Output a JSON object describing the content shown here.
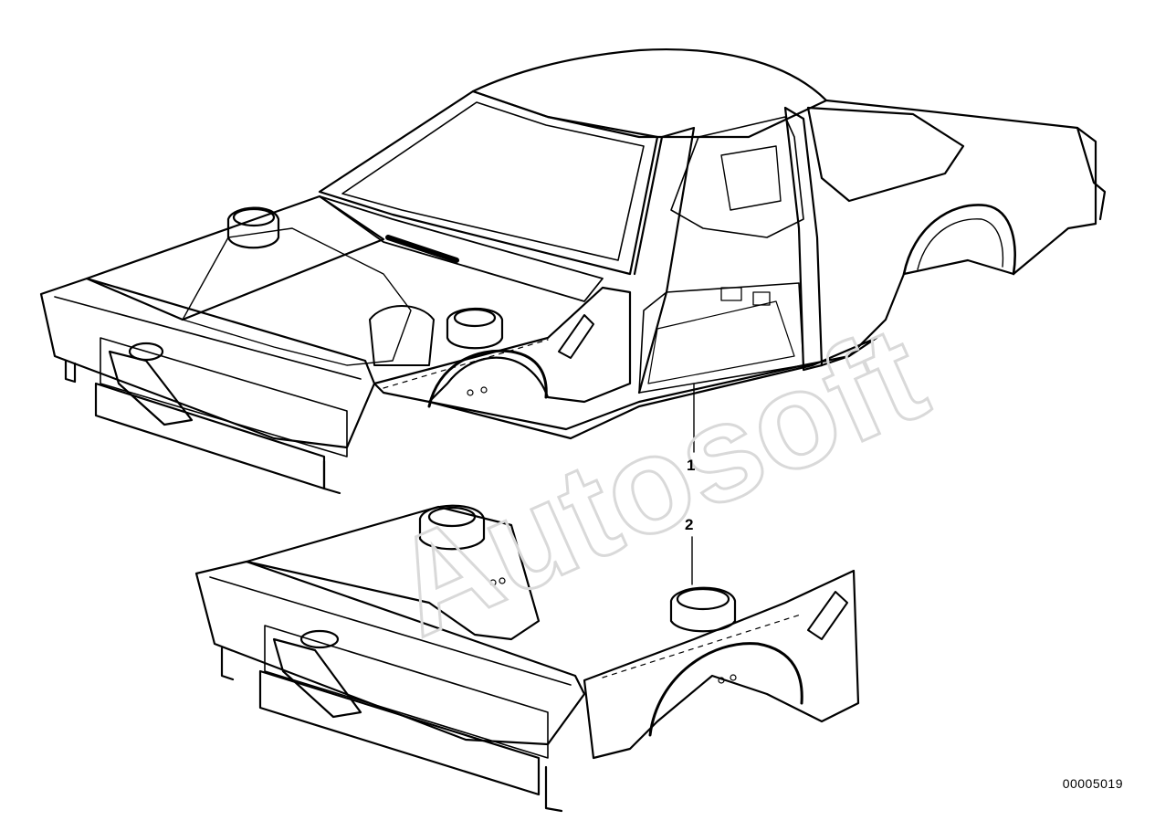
{
  "callouts": {
    "part_1": "1",
    "part_2": "2"
  },
  "diagram_code": "00005019",
  "watermark": {
    "text": "Autosoft",
    "color": "#d9d9d9"
  },
  "line_color": "#000000",
  "background_color": "#ffffff"
}
